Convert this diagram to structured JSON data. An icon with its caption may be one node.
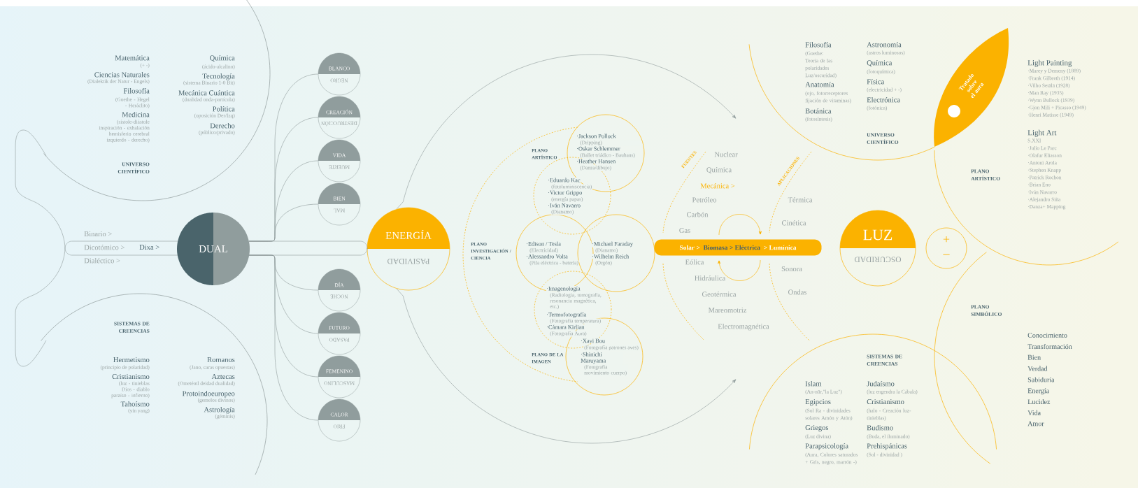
{
  "diagram": {
    "nodes": [
      {
        "text": [
          "Matemática",
          "(+ -)",
          "Ciencias Naturales",
          "(Dialektik der Natur - Engels)",
          "Filosofía",
          "(Goethe - Hegel - Heráclito)",
          "Medicina",
          "(sístole-diástole inspiración - exhalación hemisferio cerebral izquierdo - derecho)",
          "Química",
          "(ácido-alcalino)",
          "Tecnología",
          "(sistema Binario 1-0 Bit)",
          "Mecánica Cuántica",
          "(dualidad onda-partícula)",
          "Política",
          "(oposición Der/Izq)",
          "Derecho",
          "(público/privado)",
          "UNIVERSO CIENTÍFICO"
        ]
      },
      {
        "text": [
          "SISTEMAS DE CREENCIAS",
          "Hermetismo",
          "(principio de polaridad)",
          "Cristianismo",
          "(luz - tinieblas Dios - diablo paraíso - infierno)",
          "Tahoísmo",
          "(yin yang)",
          "Romanos",
          "(Jano, caras opuestas)",
          "Aztecas",
          "(Ometéotl deidad dualidad)",
          "Protoindoeuropeo",
          "(gemelos divinos)",
          "Astrología",
          "(géminis)"
        ]
      },
      {
        "text": [
          "DUAL"
        ]
      },
      {
        "text": [
          "BLANCO",
          "NEGRO"
        ]
      },
      {
        "text": [
          "CREACIÓN",
          "DESTRUCCIÓN"
        ]
      },
      {
        "text": [
          "VIDA",
          "MUERTE"
        ]
      },
      {
        "text": [
          "BIEN",
          "MAL"
        ]
      },
      {
        "text": [
          "DÍA",
          "NOCHE"
        ]
      },
      {
        "text": [
          "FUTURO",
          "PASADO"
        ]
      },
      {
        "text": [
          "FEMENINO",
          "MASCULINO"
        ]
      },
      {
        "text": [
          "CALOR",
          "FRIO"
        ]
      },
      {
        "text": [
          "ENERGÍA",
          "PASIVIDAD"
        ]
      },
      {
        "text": [
          "·Jackson Pollock",
          "(Dripping)",
          "·Oskar Schlemmer",
          "(Ballet triádico - Bauhaus)",
          "·Heather Hansen",
          "(Danza/dibujo)"
        ]
      },
      {
        "text": [
          "·Eduardo Kac",
          "(fotoluminiscencia)",
          "·Victor Grippo",
          "(energía papas)",
          "·Iván Navarro",
          "(Dianamo)"
        ]
      },
      {
        "text": [
          "·Edison / Tesla",
          "(Electricidad)",
          "·Alessandro Volta",
          "(Pila eléctrica - batería)"
        ]
      },
      {
        "text": [
          "·Michael Faraday",
          "(Dianamo)",
          "·Wilhelm Reich",
          "(Orgón)"
        ]
      },
      {
        "text": [
          "·Imagenología",
          "(Radiología, tomografía, resonancia magnética, etc.)",
          "·Termofotografía",
          "(Fotografía temperatura)",
          "·Cámara Kirlian",
          "(Fotografía Aura)"
        ]
      },
      {
        "text": [
          "·Xavi Bou",
          "(Fotografía patrones aves)",
          "·Shinichi Maruyama",
          "(Fotografía movimiento cuerpo)"
        ]
      },
      {
        "text": [
          "Solar >",
          "Biomasa > Eléctrica",
          "> Lumínica"
        ]
      },
      {
        "text": [
          "Filosofía",
          "(Goethe: Teoría de las polaridades Luz/oscuridad)",
          "Anatomía",
          "(ojo, fotorreceptores fijación de vitaminas)",
          "Botánica",
          "(fotosíntesis)",
          "Astronomía",
          "(astros luminosos)",
          "Química",
          "(fotoquímica)",
          "Física",
          "(electricidad + -)",
          "Electrónica",
          "(fotónica)",
          "UNIVERSO CIENTÍFICO"
        ]
      },
      {
        "text": [
          "Tratado sobre el aura"
        ]
      },
      {
        "text": [
          "LUZ",
          "OSCURIDAD"
        ]
      },
      {
        "text": [
          "+",
          "–"
        ]
      },
      {
        "text": [
          "SISTEMAS DE CREENCIAS",
          "Islam",
          "(An-nūr,\"la Luz\")",
          "Egipcios",
          "(Sol Ra - divinidades solares Amón y Atón)",
          "Griegos",
          "(Luz divina)",
          "Parapsicología",
          "(Aura, Colores saturados + Gris, negro, marrón -)",
          "Judaísmo",
          "(luz engendra la Cábala)",
          "Cristianismo",
          "(halo - Creación luz-tinieblas)",
          "Budismo",
          "(Buda, el iluminado)",
          "Prehispánicas",
          "(Sol - divinidad )"
        ]
      },
      {
        "text": [
          "PLANO ARTÍSTICO",
          "Light Painting",
          "·Marey y Demeny (1889)",
          "·Frank Gilbreth (1914)",
          "·Vilho Setälä (1928)",
          "·Man Ray (1935)",
          "·Wynn Bullock (1939)",
          "·Gjon Mili + Picasso (1949)",
          "·Henri Matisse (1949)",
          "Light Art",
          "S.XXI",
          "·Julio Le Parc",
          "·Olafur Eliasson",
          "·Antoni Arola",
          "·Stephen Knapp",
          "·Patrick Rochon",
          "·Brian Eno",
          "·Iván Navarro",
          "·Alejandro Siña",
          "·Danza+ Mapping"
        ]
      },
      {
        "text": [
          "PLANO SIMBÓLICO",
          "Conocimiento",
          "Transformación",
          "Bien",
          "Verdad",
          "Sabiduría",
          "Energía",
          "Lucidez",
          "Vida",
          "Amor"
        ]
      }
    ],
    "edges": [
      {
        "from": 2,
        "to": 3,
        "arrow": "none"
      },
      {
        "from": 2,
        "to": 4,
        "arrow": "none"
      },
      {
        "from": 2,
        "to": 5,
        "arrow": "none"
      },
      {
        "from": 2,
        "to": 6,
        "arrow": "none"
      },
      {
        "from": 2,
        "to": 7,
        "arrow": "none"
      },
      {
        "from": 2,
        "to": 8,
        "arrow": "none"
      },
      {
        "from": 2,
        "to": 9,
        "arrow": "none"
      },
      {
        "from": 2,
        "to": 10,
        "arrow": "none"
      },
      {
        "from": 2,
        "to": 11,
        "arrow": "none"
      }
    ],
    "labels": [
      "Binario >",
      "Dicotómico >",
      "Dixa >",
      "Dialéctico >",
      "PLANO ARTÍSTICO",
      "PLANO INVESTIGACIÓN / CIENCIA",
      "PLANO DE LA IMAGEN",
      "FUENTES",
      "Nuclear",
      "Química",
      "Mecánica >",
      "Petróleo",
      "Carbón",
      "Gas",
      "Eólica",
      "Hidráulica",
      "Geotérmica",
      "Mareomotriz",
      "Electromagnética",
      "APLICACIONES",
      "Térmica",
      "Cinética",
      "Sonora",
      "Ondas"
    ]
  }
}
